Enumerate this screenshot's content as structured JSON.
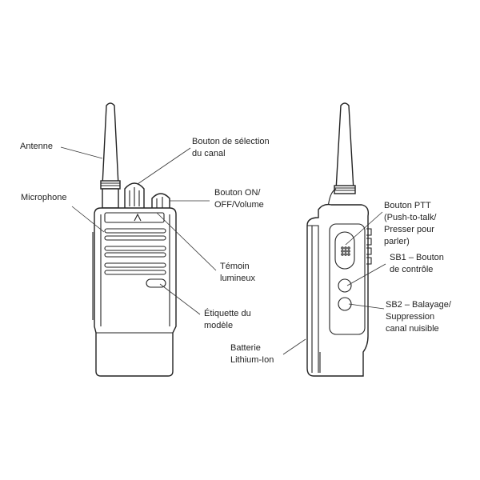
{
  "labels": {
    "antenna": "Antenne",
    "channel_knob": [
      "Bouton de sélection",
      "du canal"
    ],
    "power_volume": [
      "Bouton ON/",
      "OFF/Volume"
    ],
    "microphone": "Microphone",
    "led": [
      "Témoin",
      "lumineux"
    ],
    "model_label": [
      "Étiquette du",
      "modèle"
    ],
    "battery": [
      "Batterie",
      "Lithium-Ion"
    ],
    "ptt": [
      "Bouton PTT",
      "(Push-to-talk/",
      "Presser pour",
      "parler)"
    ],
    "sb1": [
      "SB1 – Bouton",
      "de contrôle"
    ],
    "sb2": [
      "SB2 – Balayage/",
      "Suppression",
      "canal nuisible"
    ]
  }
}
